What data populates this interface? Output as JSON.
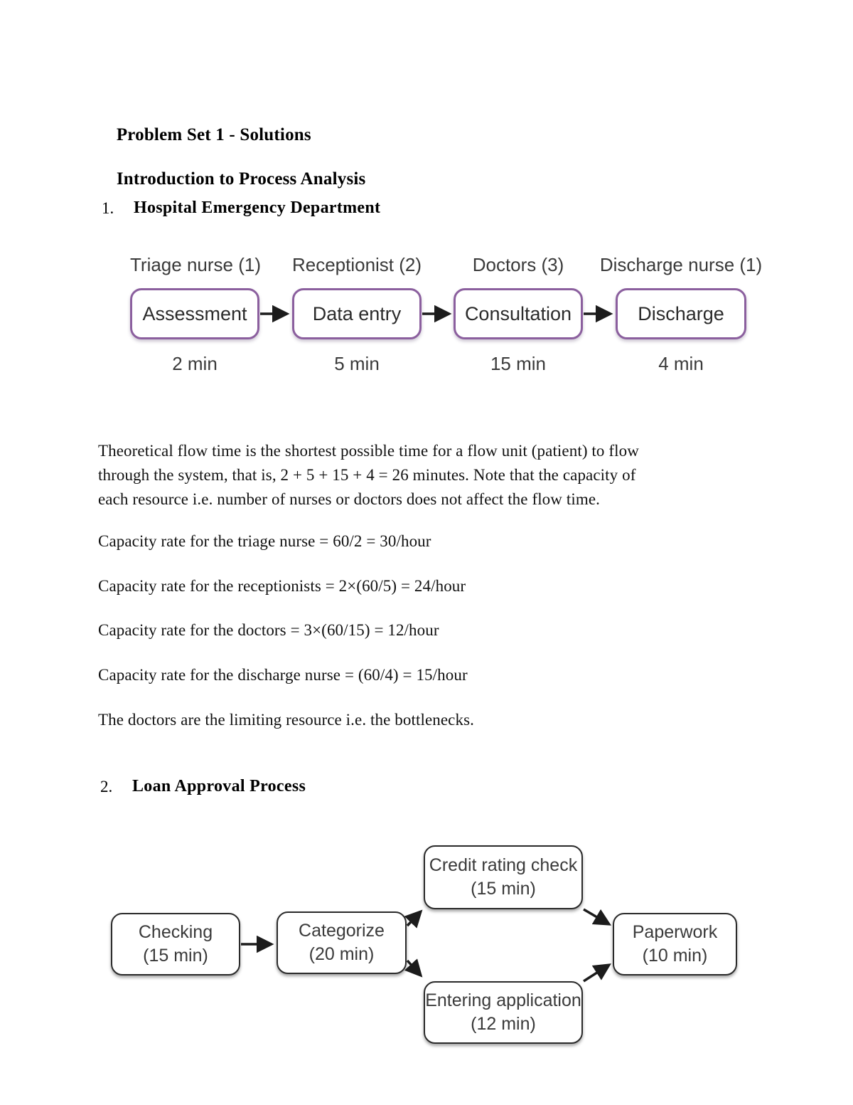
{
  "document": {
    "title_line1": "Problem Set 1 - Solutions",
    "title_line2": "Introduction to Process Analysis"
  },
  "sections": [
    {
      "number": "1.",
      "heading": "Hospital Emergency Department"
    },
    {
      "number": "2.",
      "heading": "Loan Approval Process"
    }
  ],
  "diagram1": {
    "name": "hospital-emergency-process-flow",
    "border_color": "#8b5f9e",
    "steps": [
      {
        "resource": "Triage nurse (1)",
        "activity": "Assessment",
        "time": "2 min"
      },
      {
        "resource": "Receptionist (2)",
        "activity": "Data entry",
        "time": "5 min"
      },
      {
        "resource": "Doctors (3)",
        "activity": "Consultation",
        "time": "15 min"
      },
      {
        "resource": "Discharge nurse (1)",
        "activity": "Discharge",
        "time": "4 min"
      }
    ]
  },
  "diagram2": {
    "name": "loan-approval-process-flow",
    "border_color": "#2a2a2a",
    "boxes": [
      {
        "id": "checking",
        "label": "Checking",
        "time": "(15 min)"
      },
      {
        "id": "categorize",
        "label": "Categorize",
        "time": "(20 min)"
      },
      {
        "id": "credit",
        "label": "Credit rating check",
        "time": "(15 min)"
      },
      {
        "id": "entering",
        "label": "Entering application",
        "time": "(12 min)"
      },
      {
        "id": "paperwork",
        "label": "Paperwork",
        "time": "(10 min)"
      }
    ]
  },
  "body": {
    "flow_time_l1": "Theoretical flow time is the shortest possible time for a flow unit (patient) to flow",
    "flow_time_l2": "through the system, that is, 2 + 5 + 15 + 4 = 26 minutes. Note that the capacity of",
    "flow_time_l3": "each resource i.e. number of nurses or doctors does not affect the flow time.",
    "cap_triage": "Capacity rate for the triage nurse = 60/2 = 30/hour",
    "cap_receptionists": "Capacity rate for the receptionists = 2×(60/5) = 24/hour",
    "cap_doctors": "Capacity rate for the doctors = 3×(60/15) = 12/hour",
    "cap_discharge": "Capacity rate for the discharge nurse = (60/4) = 15/hour",
    "bottleneck": "The doctors are the limiting resource i.e. the bottlenecks."
  }
}
